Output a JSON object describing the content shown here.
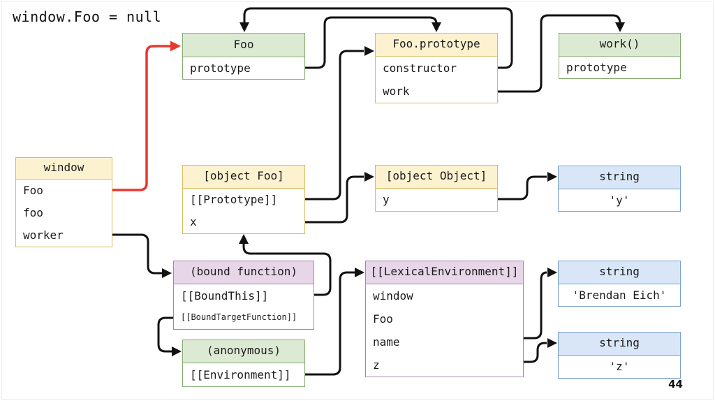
{
  "title": "window.Foo = null",
  "page_number": "44",
  "colors": {
    "yellow_fill": "#fdf2d0",
    "yellow_border": "#dcba5e",
    "green_fill": "#dcead3",
    "green_border": "#84ab6d",
    "purple_fill": "#e6d6e8",
    "purple_border": "#a586ad",
    "blue_fill": "#d8e6f7",
    "blue_border": "#7ba2cc",
    "arrow": "#111111",
    "red_arrow": "#e8382f"
  },
  "nodes": {
    "foo": {
      "title": "Foo",
      "row0": "prototype"
    },
    "foo_prototype": {
      "title": "Foo.prototype",
      "row0": "constructor",
      "row1": "work"
    },
    "work": {
      "title": "work()",
      "row0": "prototype"
    },
    "window": {
      "title": "window",
      "row0": "Foo",
      "row1": "foo",
      "row2": "worker"
    },
    "object_foo": {
      "title": "[object Foo]",
      "row0": "[[Prototype]]",
      "row1": "x"
    },
    "object_object": {
      "title": "[object Object]",
      "row0": "y"
    },
    "string_y": {
      "title": "string",
      "row0": "'y'"
    },
    "bound_function": {
      "title": "(bound function)",
      "row0": "[[BoundThis]]",
      "row1": "[[BoundTargetFunction]]"
    },
    "anonymous": {
      "title": "(anonymous)",
      "row0": "[[Environment]]"
    },
    "lexical_environment": {
      "title": "[[LexicalEnvironment]]",
      "row0": "window",
      "row1": "Foo",
      "row2": "name",
      "row3": "z"
    },
    "string_brendan": {
      "title": "string",
      "row0": "'Brendan Eich'"
    },
    "string_z": {
      "title": "string",
      "row0": "'z'"
    }
  },
  "edges": [
    {
      "from": "window.Foo",
      "to": "Foo",
      "color": "red"
    },
    {
      "from": "window.worker",
      "to": "(bound function)",
      "color": "black"
    },
    {
      "from": "Foo.prototype(property)",
      "to": "Foo.prototype",
      "color": "black"
    },
    {
      "from": "Foo.prototype.constructor",
      "to": "Foo",
      "color": "black"
    },
    {
      "from": "Foo.prototype.work",
      "to": "work()",
      "color": "black"
    },
    {
      "from": "[object Foo].[[Prototype]]",
      "to": "Foo.prototype",
      "color": "black"
    },
    {
      "from": "[object Foo].x",
      "to": "[object Object]",
      "color": "black"
    },
    {
      "from": "[object Object].y",
      "to": "string 'y'",
      "color": "black"
    },
    {
      "from": "(bound function).[[BoundThis]]",
      "to": "[object Foo]",
      "color": "black"
    },
    {
      "from": "(bound function).[[BoundTargetFunction]]",
      "to": "(anonymous)",
      "color": "black"
    },
    {
      "from": "(anonymous).[[Environment]]",
      "to": "[[LexicalEnvironment]]",
      "color": "black"
    },
    {
      "from": "[[LexicalEnvironment]].name",
      "to": "string 'Brendan Eich'",
      "color": "black"
    },
    {
      "from": "[[LexicalEnvironment]].z",
      "to": "string 'z'",
      "color": "black"
    }
  ]
}
